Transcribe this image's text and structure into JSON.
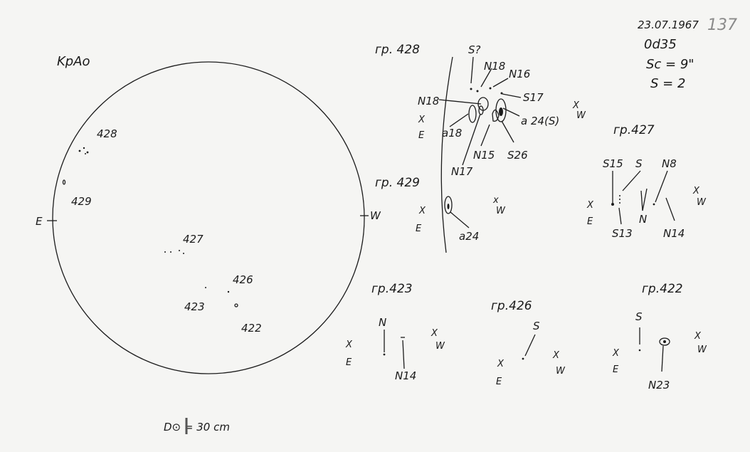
{
  "observatory": "KpAo",
  "header": {
    "date": "23.07.1967",
    "sheet_number": "137",
    "time": "0d35",
    "seeing": "Sc = 9\"",
    "s_value": "S = 2"
  },
  "disk": {
    "east": "E",
    "west": "W",
    "diameter_label": "D⊙ = 30 cm",
    "groups": [
      "428",
      "429",
      "427",
      "426",
      "423",
      "422"
    ]
  },
  "colors": {
    "ink": "#1c1c1c",
    "paper": "#f5f5f3",
    "pencil": "#8a8a8a"
  },
  "details": {
    "g428": {
      "title": "гр. 428",
      "labels": [
        "S?",
        "N18",
        "N16",
        "S17",
        "N18",
        "a 24(S)",
        "a18",
        "N15",
        "S26",
        "N17"
      ],
      "east": [
        "X",
        "E"
      ],
      "west": [
        "X",
        "W"
      ]
    },
    "g429": {
      "title": "гр. 429",
      "labels": [
        "a24"
      ],
      "east": [
        "X",
        "E"
      ],
      "west": [
        "x",
        "W"
      ]
    },
    "g427": {
      "title": "гр.427",
      "labels": [
        "S15",
        "S",
        "N8",
        "S13",
        "N",
        "N14"
      ],
      "east": [
        "X",
        "E"
      ],
      "west": [
        "X",
        "W"
      ]
    },
    "g423": {
      "title": "гр.423",
      "labels": [
        "N",
        "N14"
      ],
      "east": [
        "X",
        "E"
      ],
      "west": [
        "X",
        "W"
      ]
    },
    "g426": {
      "title": "гр.426",
      "labels": [
        "S"
      ],
      "east": [
        "X",
        "E"
      ],
      "west": [
        "X",
        "W"
      ]
    },
    "g422": {
      "title": "гр.422",
      "labels": [
        "S",
        "N23"
      ],
      "east": [
        "X",
        "E"
      ],
      "west": [
        "X",
        "W"
      ]
    }
  }
}
